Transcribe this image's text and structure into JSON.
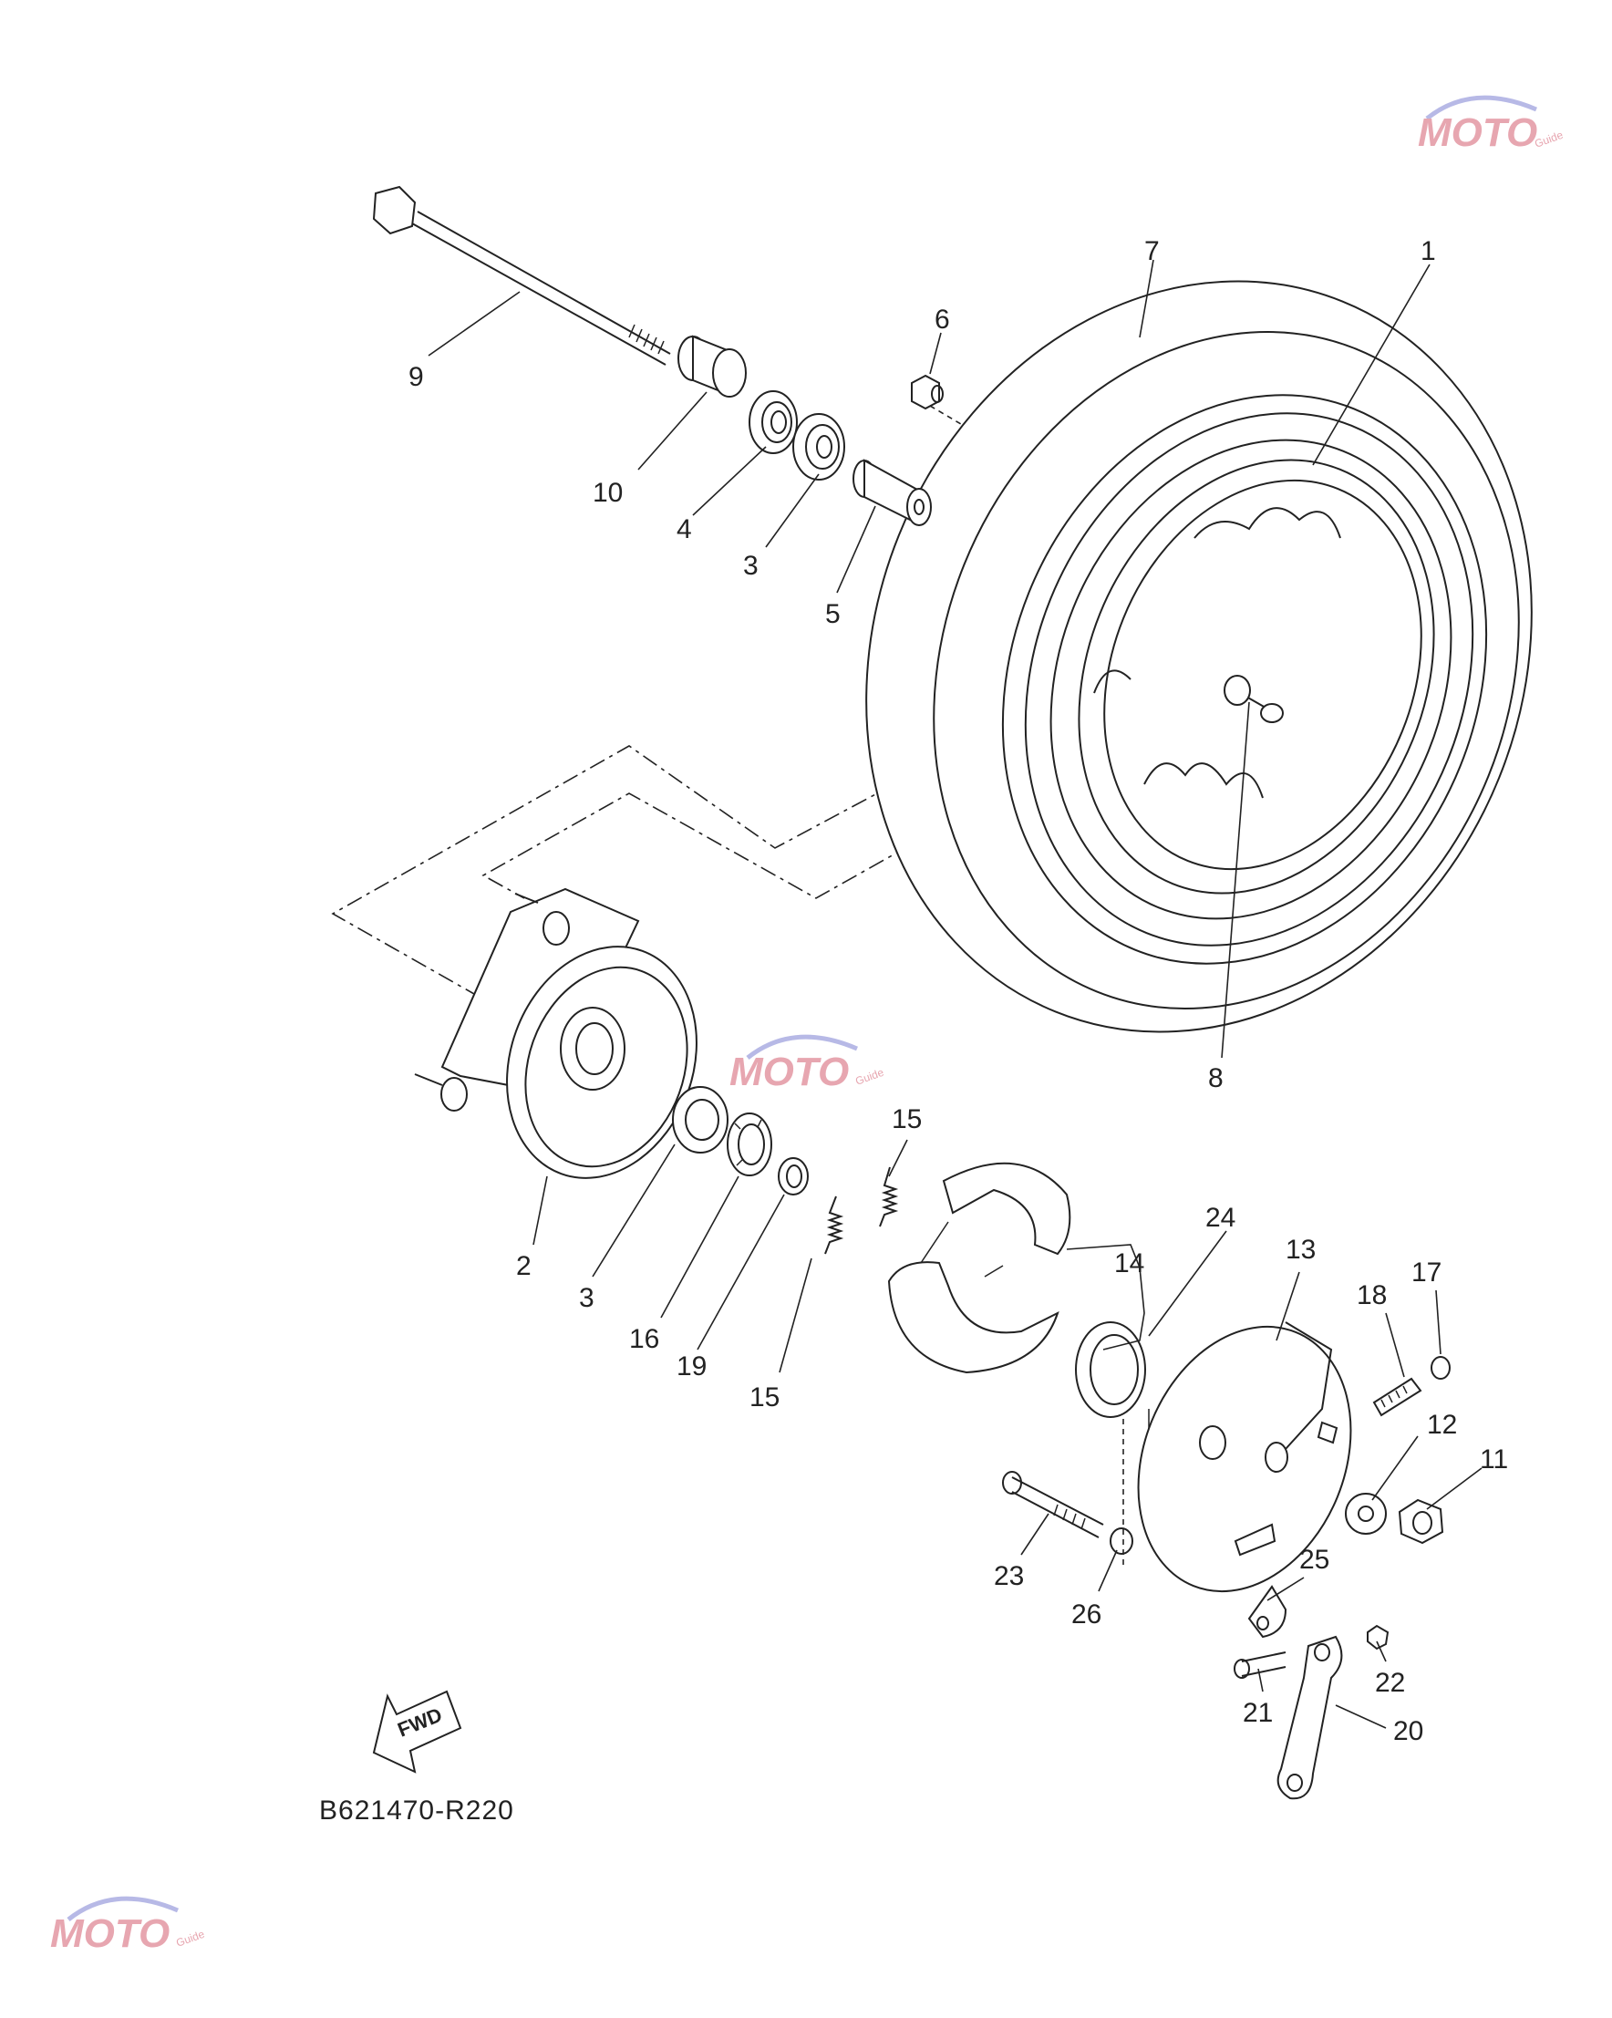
{
  "diagram": {
    "reference_code": "B621470-R220",
    "fwd_label": "FWD",
    "watermark": {
      "brand": "MOTO",
      "sub": "Guide"
    },
    "callouts": [
      {
        "id": "c1",
        "label": "1"
      },
      {
        "id": "c2",
        "label": "2"
      },
      {
        "id": "c3a",
        "label": "3"
      },
      {
        "id": "c3b",
        "label": "3"
      },
      {
        "id": "c4",
        "label": "4"
      },
      {
        "id": "c5",
        "label": "5"
      },
      {
        "id": "c6",
        "label": "6"
      },
      {
        "id": "c7",
        "label": "7"
      },
      {
        "id": "c8",
        "label": "8"
      },
      {
        "id": "c9",
        "label": "9"
      },
      {
        "id": "c10",
        "label": "10"
      },
      {
        "id": "c11",
        "label": "11"
      },
      {
        "id": "c12",
        "label": "12"
      },
      {
        "id": "c13",
        "label": "13"
      },
      {
        "id": "c14",
        "label": "14"
      },
      {
        "id": "c15a",
        "label": "15"
      },
      {
        "id": "c15b",
        "label": "15"
      },
      {
        "id": "c16",
        "label": "16"
      },
      {
        "id": "c17",
        "label": "17"
      },
      {
        "id": "c18",
        "label": "18"
      },
      {
        "id": "c19",
        "label": "19"
      },
      {
        "id": "c20",
        "label": "20"
      },
      {
        "id": "c21",
        "label": "21"
      },
      {
        "id": "c22",
        "label": "22"
      },
      {
        "id": "c23",
        "label": "23"
      },
      {
        "id": "c24",
        "label": "24"
      },
      {
        "id": "c25",
        "label": "25"
      },
      {
        "id": "c26",
        "label": "26"
      }
    ]
  }
}
